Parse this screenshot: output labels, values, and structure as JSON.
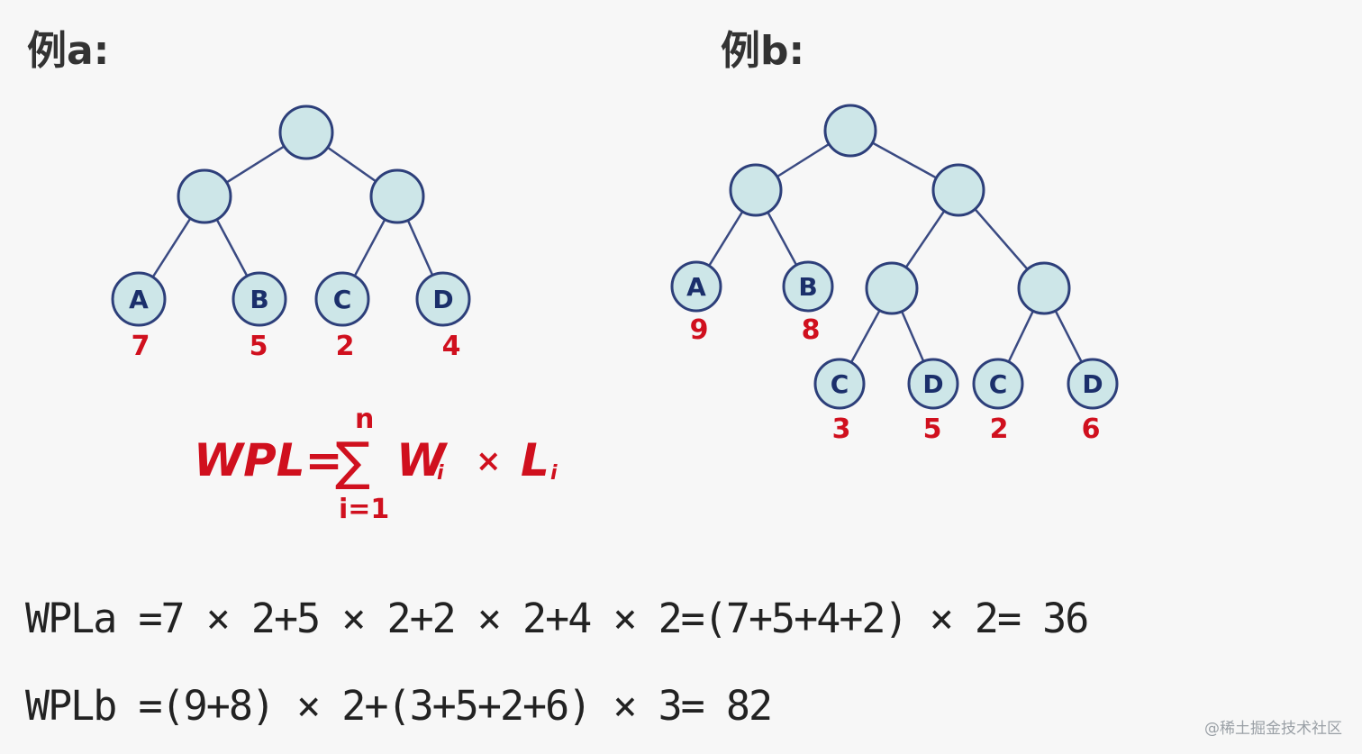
{
  "titles": {
    "a": "例a:",
    "b": "例b:"
  },
  "colors": {
    "node_fill": "#cde6e8",
    "node_stroke": "#2d3f7a",
    "edge": "#3a4a82",
    "weight_text": "#d0101e",
    "formula_text": "#d0101e"
  },
  "formula": {
    "lhs": "WPL=",
    "sigma": "∑",
    "upper": "n",
    "lower": "i=1",
    "w": "W",
    "w_sub": "i",
    "times": "×",
    "l": "L",
    "l_sub": "i"
  },
  "calculations": {
    "wpla": "WPLa =7 × 2+5 × 2+2 × 2+4 × 2=(7+5+4+2) × 2= 36",
    "wplb": "WPLb =(9+8) × 2+(3+5+2+6) × 3= 82"
  },
  "watermark": "@稀土掘金技术社区",
  "trees": {
    "a": {
      "leaves": [
        {
          "label": "A",
          "weight": "7"
        },
        {
          "label": "B",
          "weight": "5"
        },
        {
          "label": "C",
          "weight": "2"
        },
        {
          "label": "D",
          "weight": "4"
        }
      ]
    },
    "b": {
      "leaves": [
        {
          "label": "A",
          "weight": "9"
        },
        {
          "label": "B",
          "weight": "8"
        },
        {
          "label": "C",
          "weight": "3"
        },
        {
          "label": "D",
          "weight": "5"
        },
        {
          "label": "C",
          "weight": "2"
        },
        {
          "label": "D",
          "weight": "6"
        }
      ]
    }
  }
}
